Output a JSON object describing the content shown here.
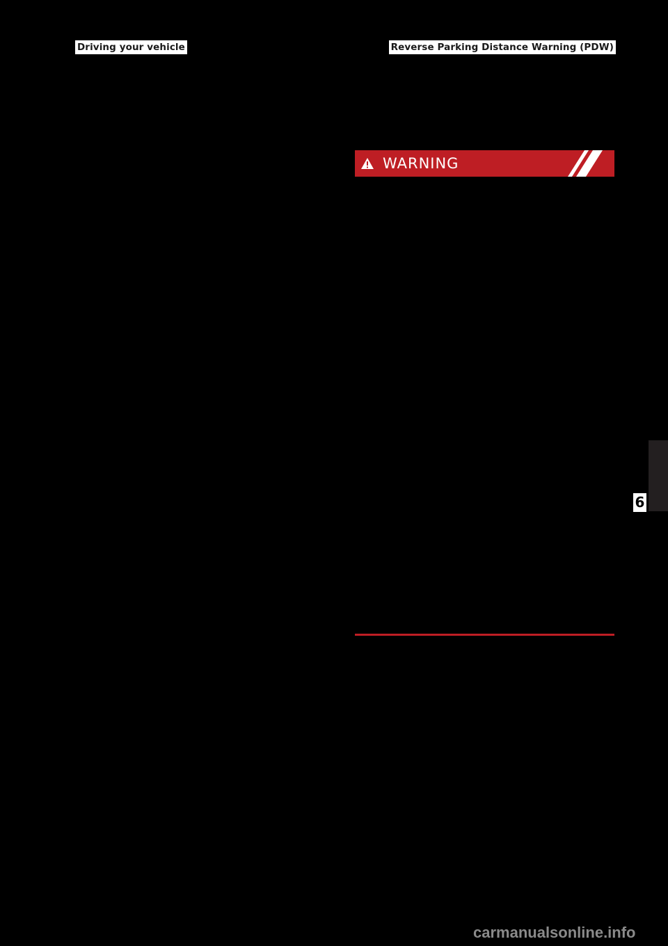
{
  "header": {
    "section_title": "Driving your vehicle",
    "topic_title": "Reverse Parking Distance Warning (PDW)"
  },
  "warning": {
    "icon": "warning-triangle-icon",
    "title": "WARNING",
    "banner_color": "#be1e24",
    "text_color": "#ffffff",
    "decoration": "two-diagonal-white-stripes"
  },
  "chapter": {
    "number": "6",
    "tab_color": "#231f20"
  },
  "watermark": {
    "text": "carmanualsonline.info",
    "color": "#8a8a8a"
  }
}
